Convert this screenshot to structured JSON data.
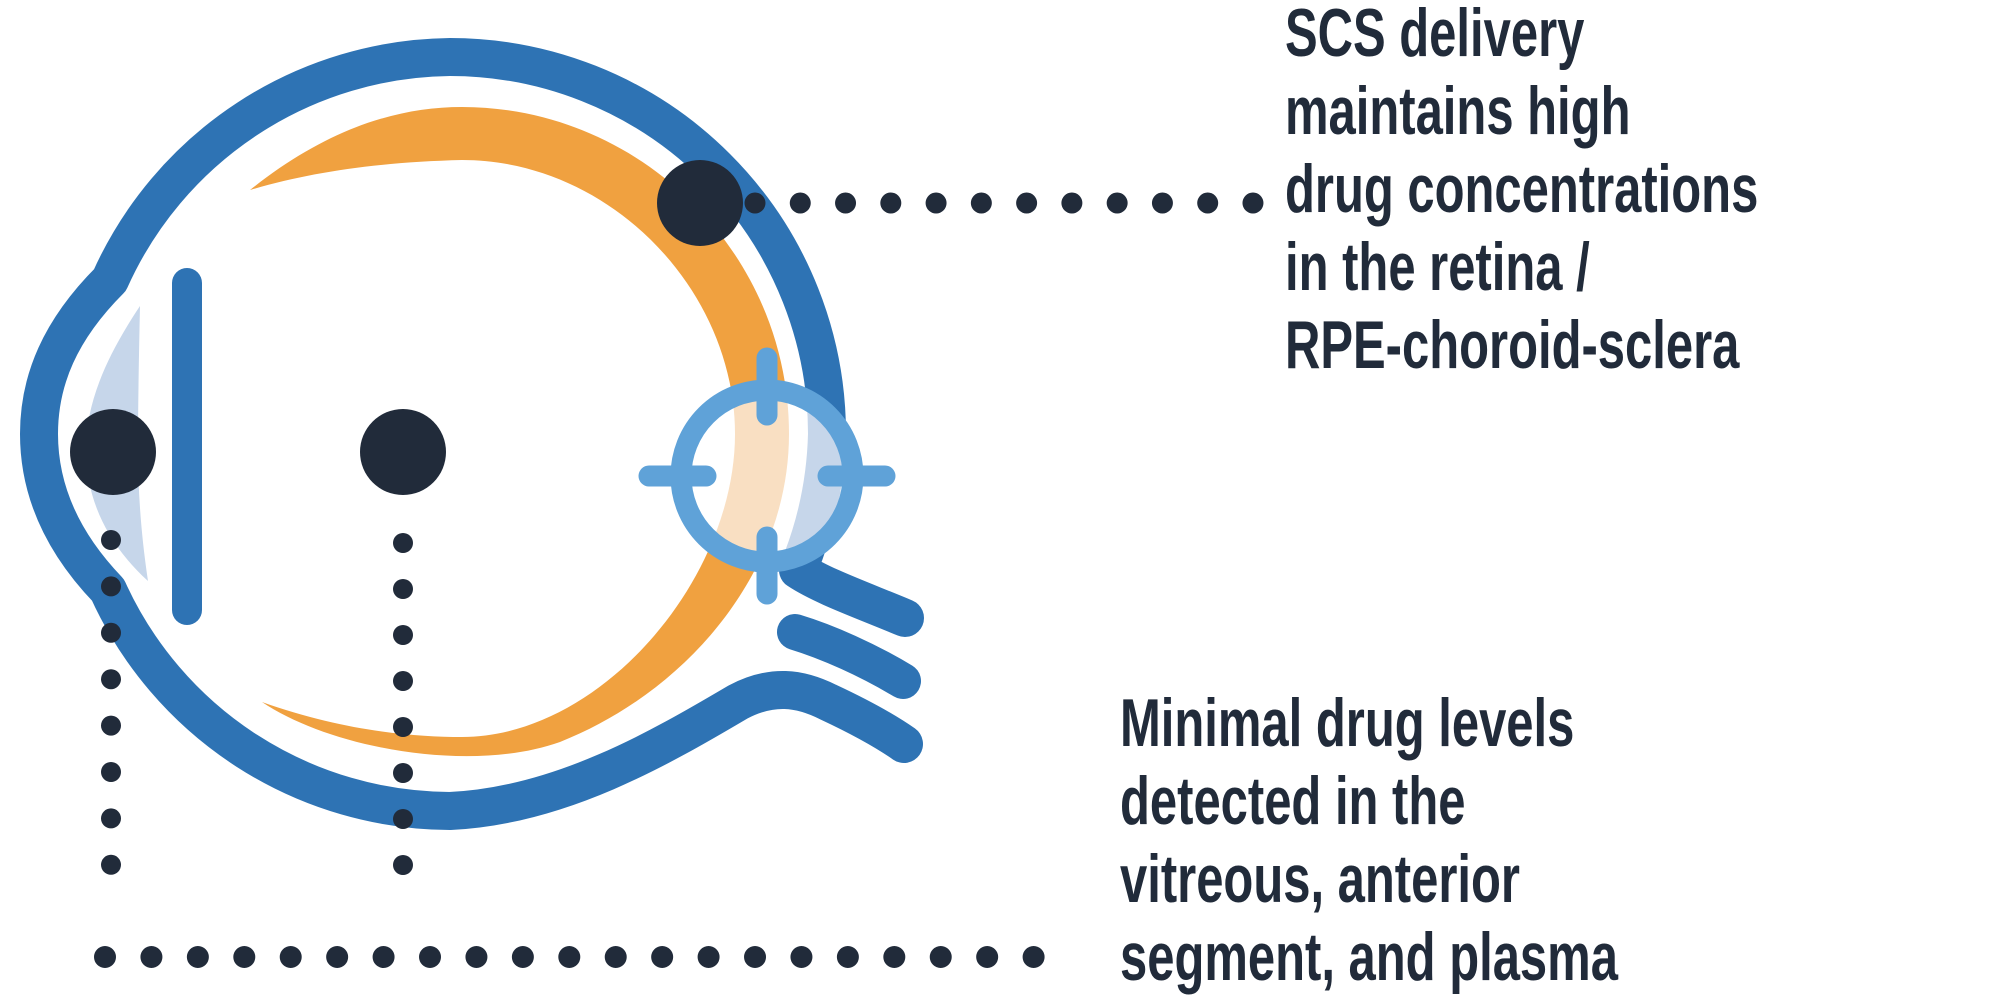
{
  "figure": {
    "title": "Suprachoroidal space (SCS) drug delivery eye diagram",
    "elements": {
      "eye_outline": "sclera outline with cornea bulge and optic nerve",
      "choroid_band": "orange choroid / RPE crescent",
      "lens": "pale blue lens",
      "iris_bar": "blue iris bar",
      "target": "crosshair-icon marking SCS injection target",
      "markers": [
        {
          "name": "scs-marker-dot",
          "links_to": "scs_callout"
        },
        {
          "name": "anterior-segment-marker-dot",
          "links_to": "minimal_callout"
        },
        {
          "name": "vitreous-marker-dot",
          "links_to": "minimal_callout"
        }
      ]
    }
  },
  "annotations": {
    "scs": {
      "text": "SCS delivery\nmaintains high\ndrug concentrations\nin the retina /\nRPE-choroid-sclera"
    },
    "minimal": {
      "text": "Minimal drug levels\ndetected in the\nvitreous, anterior\nsegment, and plasma"
    }
  },
  "colors": {
    "blue": "#2e73b4",
    "orange": "#f0a140",
    "navy": "#212b3a",
    "crosshair_blue": "#5fa2d8",
    "pale_orange": "#f9dfc2",
    "pale_blue": "#c6d6ea",
    "background": "#ffffff"
  }
}
